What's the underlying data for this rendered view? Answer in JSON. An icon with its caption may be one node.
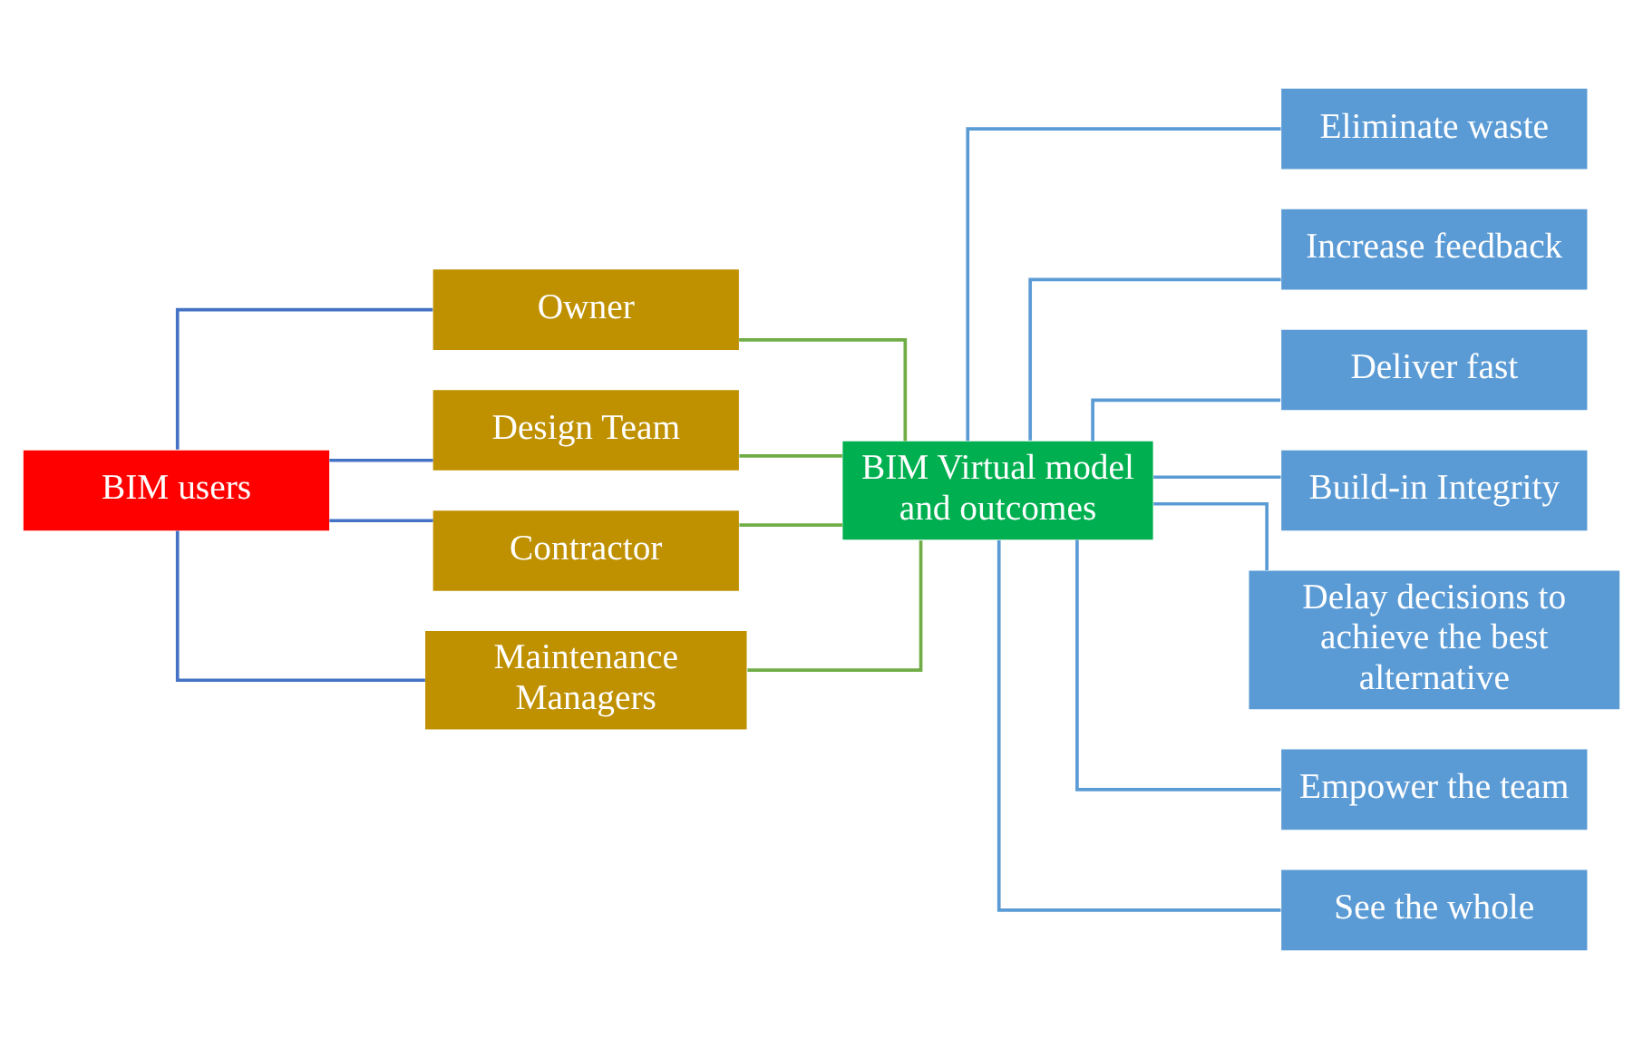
{
  "diagram": {
    "nodes": [
      {
        "text": [
          "BIM users"
        ]
      },
      {
        "text": [
          "Owner"
        ]
      },
      {
        "text": [
          "Design Team"
        ]
      },
      {
        "text": [
          "Contractor"
        ]
      },
      {
        "text": [
          "Maintenance Managers"
        ]
      },
      {
        "text": [
          "BIM Virtual model and outcomes"
        ]
      },
      {
        "text": [
          "Eliminate waste"
        ]
      },
      {
        "text": [
          "Increase feedback"
        ]
      },
      {
        "text": [
          "Deliver fast"
        ]
      },
      {
        "text": [
          "Build-in Integrity"
        ]
      },
      {
        "text": [
          "Delay decisions to achieve the best alternative"
        ]
      },
      {
        "text": [
          "Empower the team"
        ]
      },
      {
        "text": [
          "See the whole"
        ]
      }
    ],
    "edges": [
      {
        "from": 0,
        "to": 1,
        "arrow": "none",
        "color": "#4472c4"
      },
      {
        "from": 0,
        "to": 2,
        "arrow": "none",
        "color": "#4472c4"
      },
      {
        "from": 0,
        "to": 3,
        "arrow": "none",
        "color": "#4472c4"
      },
      {
        "from": 0,
        "to": 4,
        "arrow": "none",
        "color": "#4472c4"
      },
      {
        "from": 1,
        "to": 5,
        "arrow": "none",
        "color": "#70ad47"
      },
      {
        "from": 2,
        "to": 5,
        "arrow": "none",
        "color": "#70ad47"
      },
      {
        "from": 3,
        "to": 5,
        "arrow": "none",
        "color": "#70ad47"
      },
      {
        "from": 4,
        "to": 5,
        "arrow": "none",
        "color": "#70ad47"
      },
      {
        "from": 5,
        "to": 6,
        "arrow": "none"
      },
      {
        "from": 5,
        "to": 7,
        "arrow": "none"
      },
      {
        "from": 5,
        "to": 8,
        "arrow": "none"
      },
      {
        "from": 5,
        "to": 9,
        "arrow": "none"
      },
      {
        "from": 5,
        "to": 10,
        "arrow": "none"
      },
      {
        "from": 5,
        "to": 11,
        "arrow": "none"
      },
      {
        "from": 5,
        "to": 12,
        "arrow": "none"
      }
    ]
  }
}
